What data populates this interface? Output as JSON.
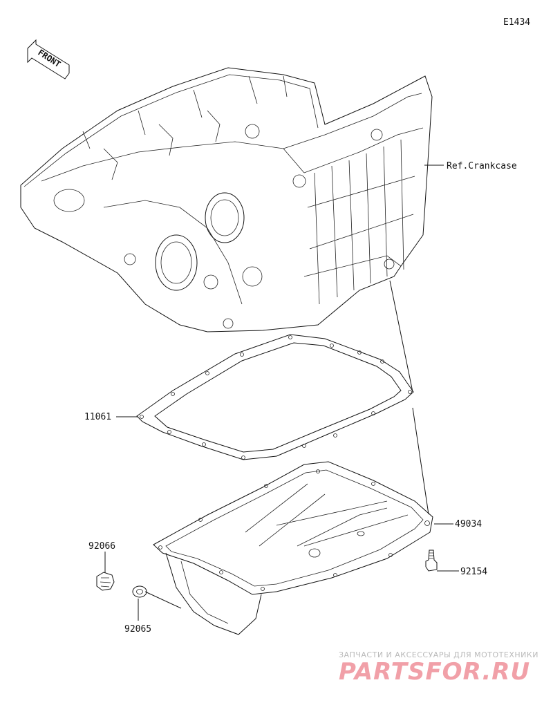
{
  "diagram": {
    "code": "E1434",
    "front_label": "FRONT",
    "ref_label": "Ref.Crankcase",
    "parts": [
      {
        "number": "11061"
      },
      {
        "number": "49034"
      },
      {
        "number": "92066"
      },
      {
        "number": "92154"
      },
      {
        "number": "92065"
      }
    ]
  },
  "watermark": {
    "tagline": "ЗАПЧАСТИ И АКСЕССУАРЫ ДЛЯ МОТОТЕХНИКИ",
    "brand": "PARTSFOR.RU"
  },
  "colors": {
    "line": "#111111",
    "watermark_brand": "#f1a0a8",
    "watermark_tagline": "#b9b9b9"
  }
}
